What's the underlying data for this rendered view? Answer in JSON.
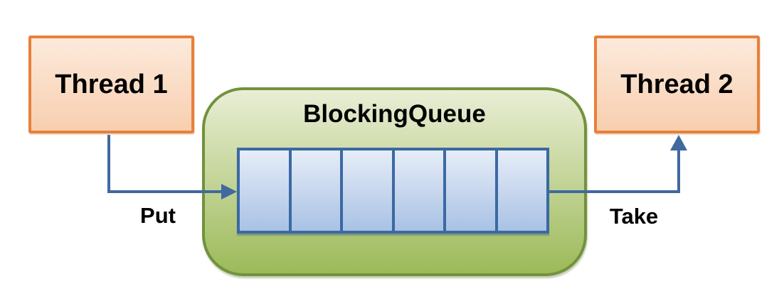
{
  "diagram": {
    "title": "BlockingQueue",
    "thread1": {
      "label": "Thread 1"
    },
    "thread2": {
      "label": "Thread 2"
    },
    "queue": {
      "title": "BlockingQueue",
      "cell_count": 6
    },
    "put_label": "Put",
    "take_label": "Take"
  },
  "colors": {
    "box_border_orange": "#E8803A",
    "box_fill_orange_top": "#FCEADC",
    "box_fill_orange_bottom": "#F8CFAF",
    "queue_border_green": "#72923D",
    "queue_fill_green_top": "#E9EED5",
    "queue_fill_green_bottom": "#9CBA59",
    "cell_border_blue": "#3B69A4",
    "cell_fill_top": "#E6EDF8",
    "cell_fill_bottom": "#A9C2E4",
    "arrow_blue": "#40699E",
    "label_text": "#000000"
  }
}
